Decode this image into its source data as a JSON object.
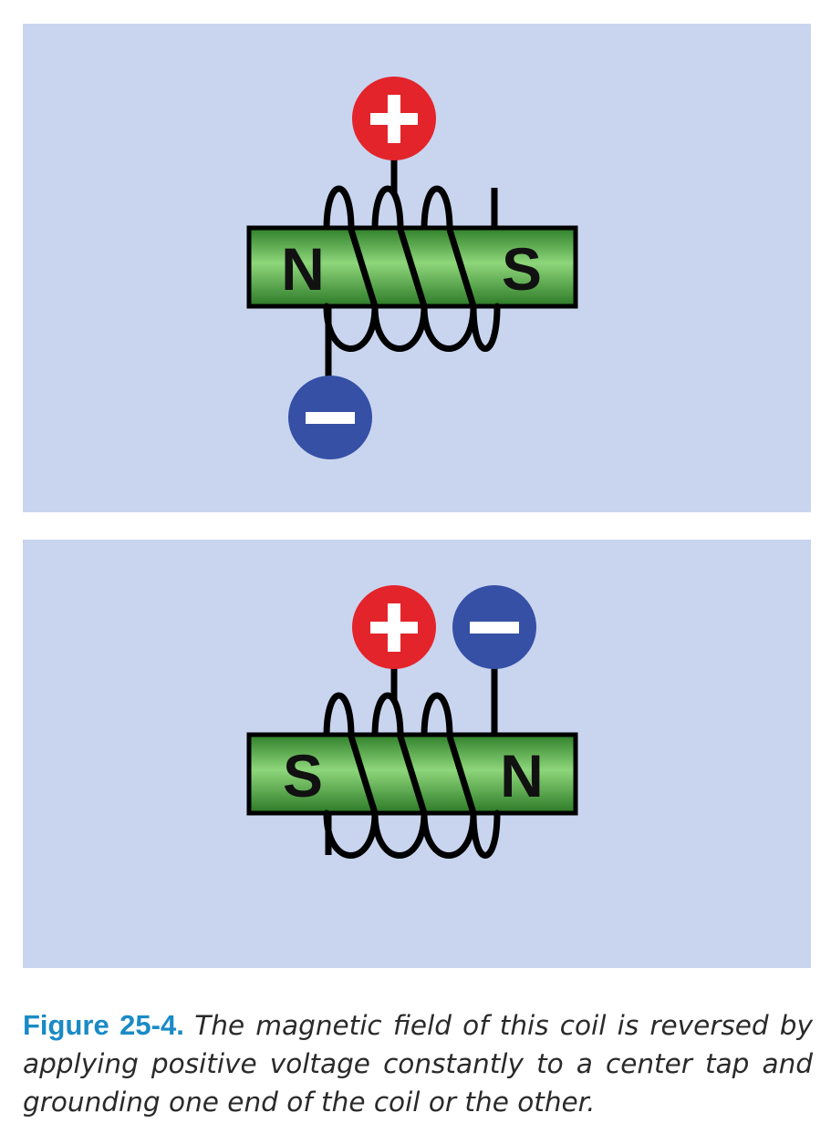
{
  "figure": {
    "top_panel": {
      "left_pole": "N",
      "right_pole": "S",
      "terminal_positive": "+",
      "terminal_negative": "−"
    },
    "bottom_panel": {
      "left_pole": "S",
      "right_pole": "N",
      "terminal_positive": "+",
      "terminal_negative": "−"
    },
    "colors": {
      "background": "#c9d5ef",
      "core_green": "#4caa3d",
      "positive_red": "#e3242b",
      "negative_blue": "#3550a5",
      "caption_label_blue": "#1a8ac6"
    }
  },
  "caption": {
    "label": "Figure 25-4.",
    "text": "The magnetic field of this coil is reversed by applying positive voltage constantly to a center tap and grounding one end of the coil or the other."
  }
}
